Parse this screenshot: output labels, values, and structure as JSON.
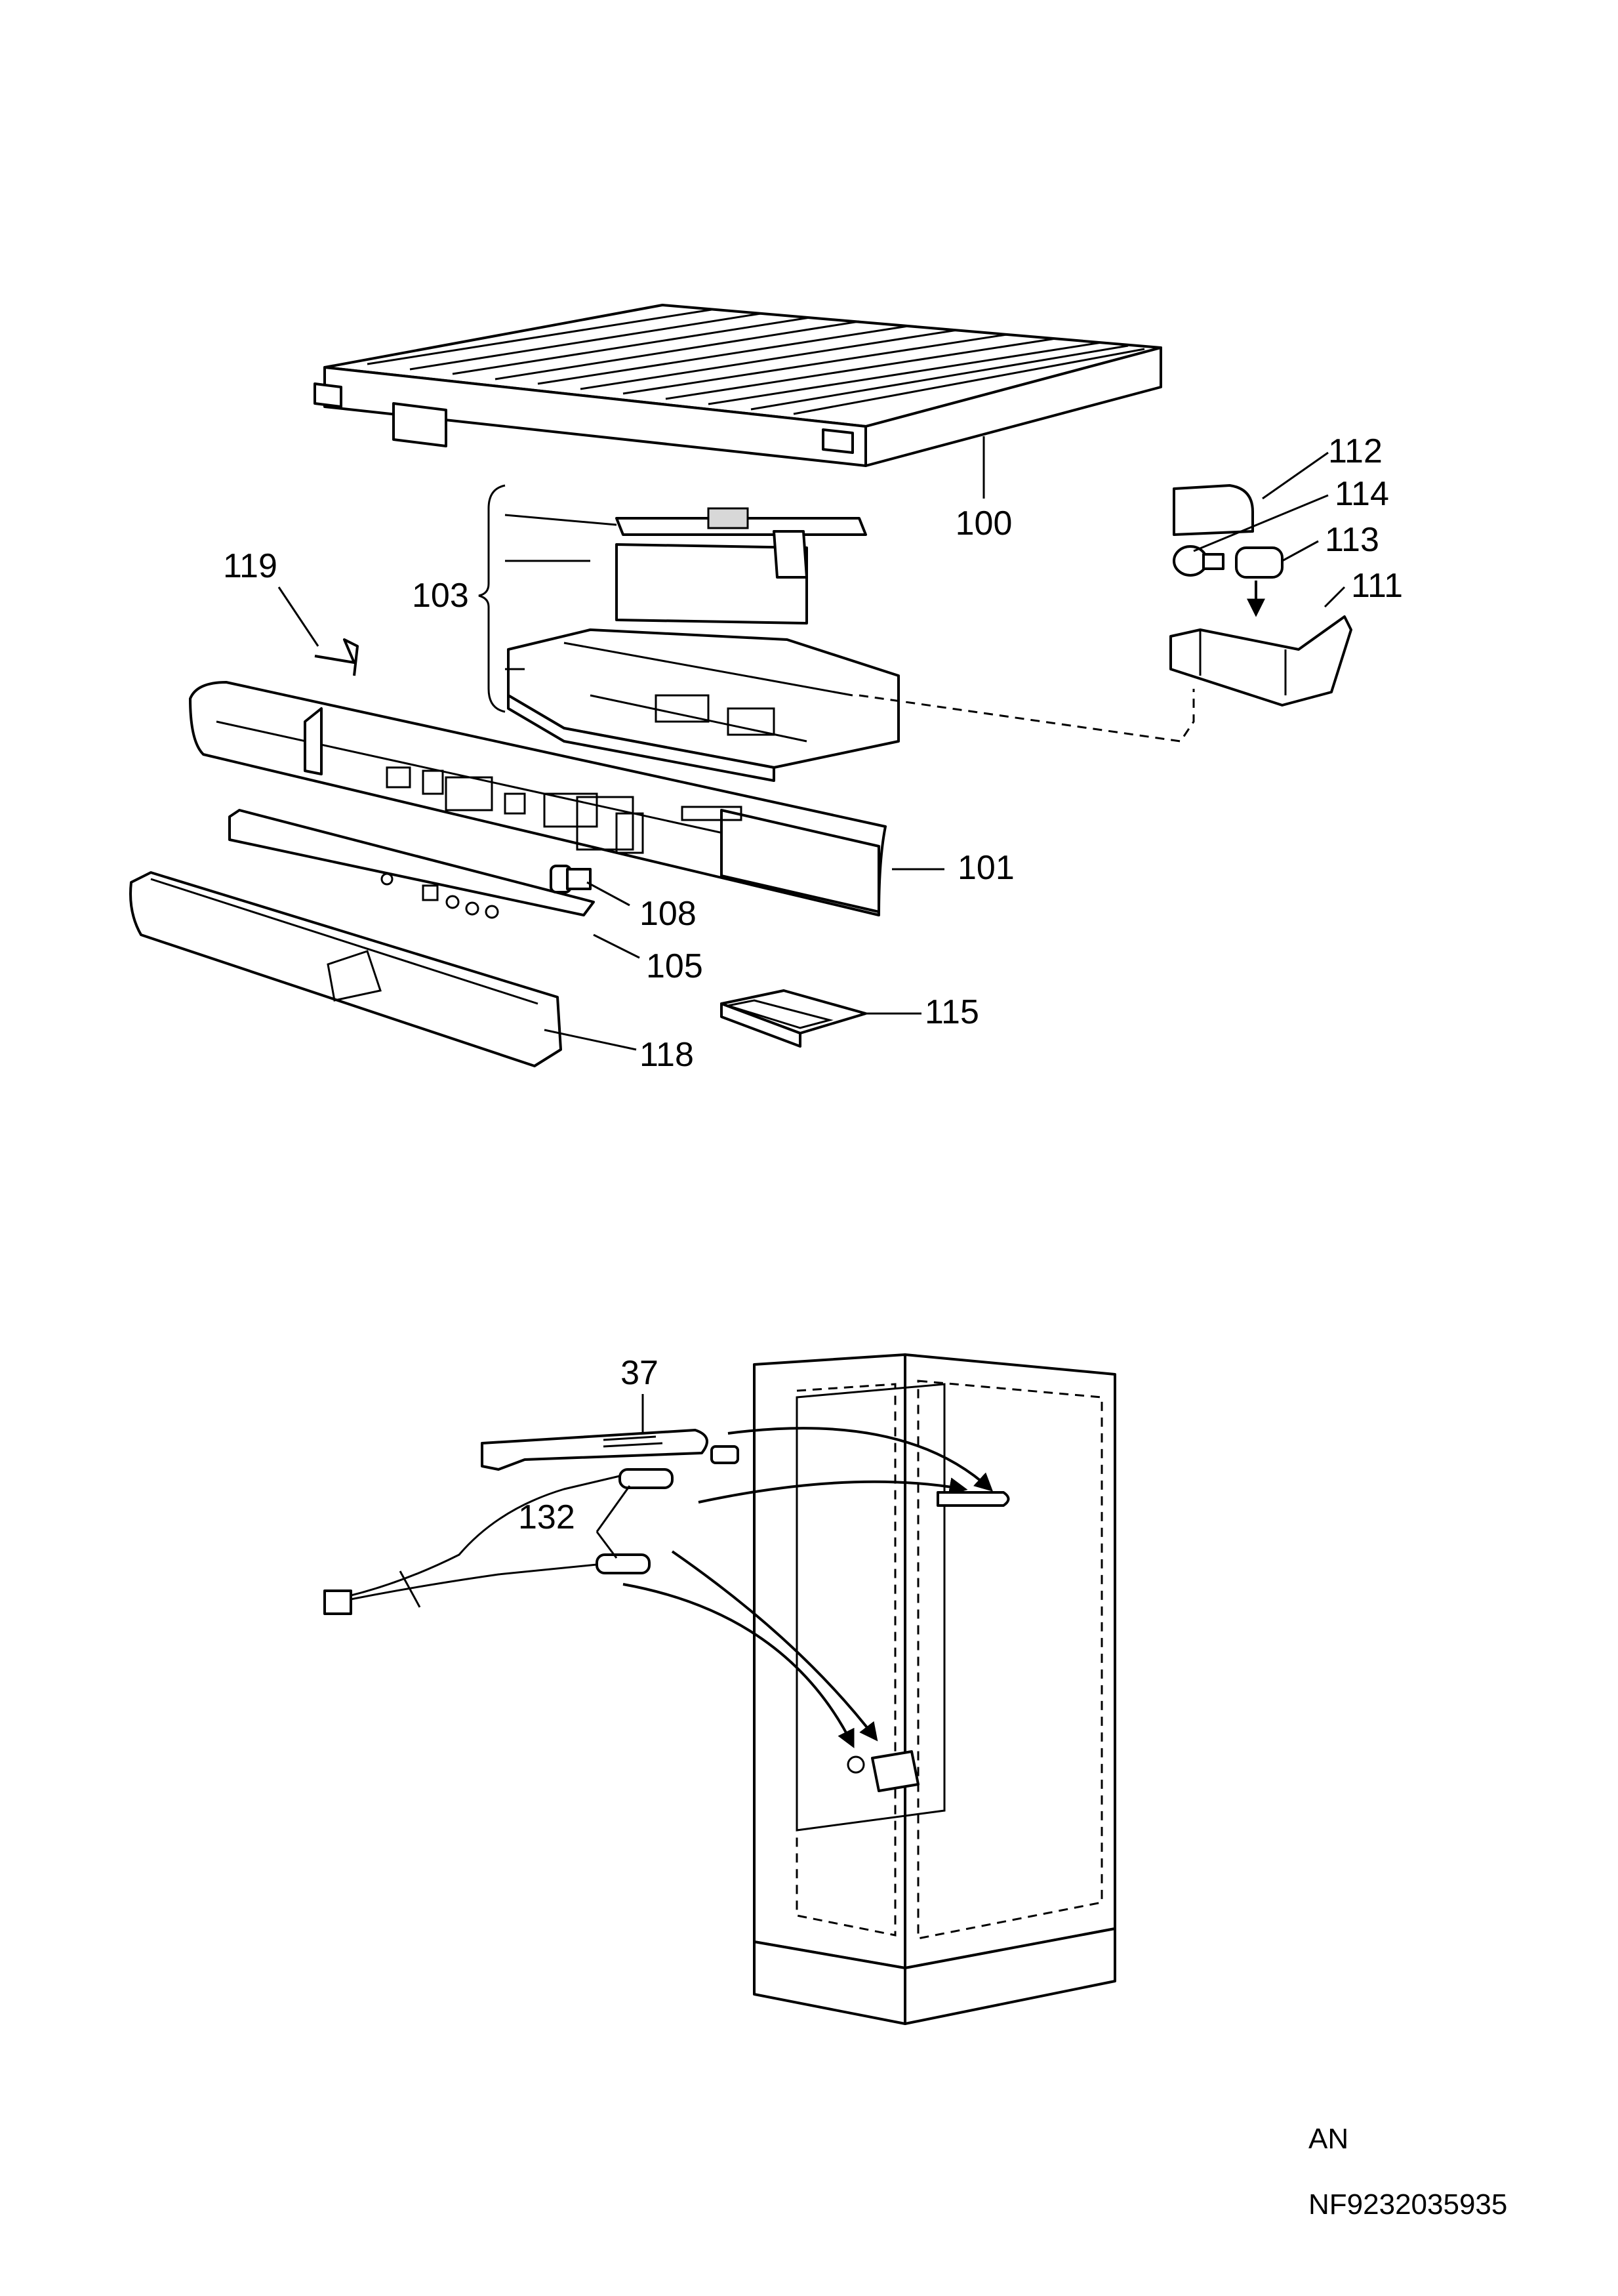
{
  "callouts": {
    "c100": "100",
    "c101": "101",
    "c103": "103",
    "c105": "105",
    "c108": "108",
    "c111": "111",
    "c112": "112",
    "c113": "113",
    "c114": "114",
    "c115": "115",
    "c118": "118",
    "c119": "119",
    "c37": "37",
    "c132": "132"
  },
  "footer": {
    "language_code": "AN",
    "document_number": "NF9232035935"
  }
}
